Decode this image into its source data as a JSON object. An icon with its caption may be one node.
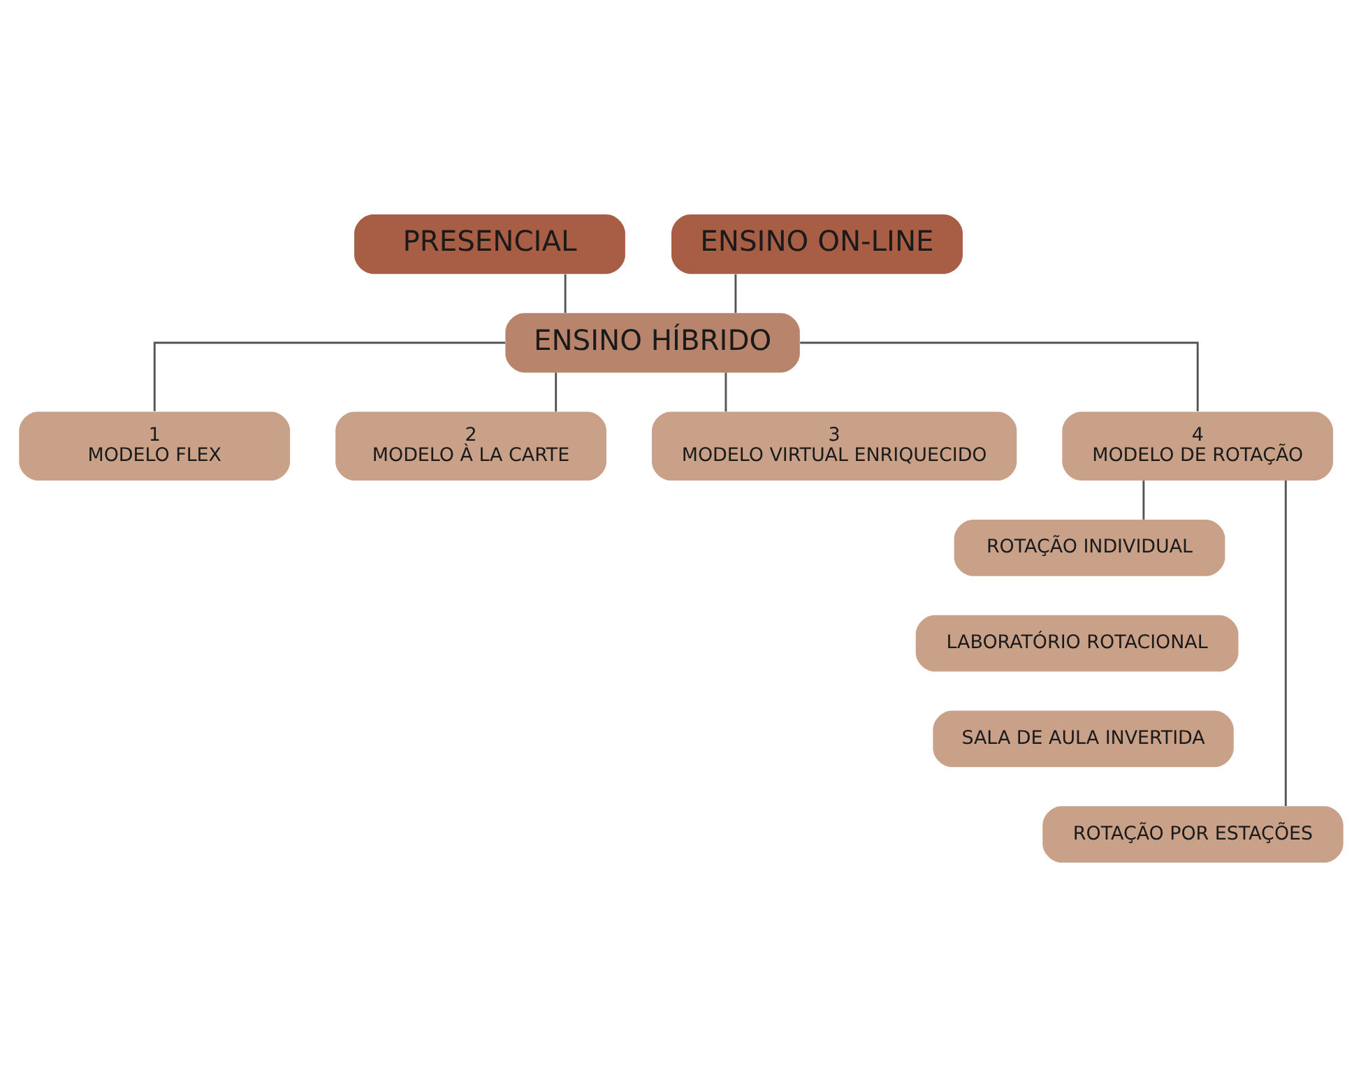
{
  "diagram": {
    "nodes": [
      {
        "text": [
          "PRESENCIAL"
        ]
      },
      {
        "text": [
          "ENSINO ON-LINE"
        ]
      },
      {
        "text": [
          "ENSINO HÍBRIDO"
        ]
      },
      {
        "text": [
          "1",
          "MODELO FLEX"
        ]
      },
      {
        "text": [
          "2",
          "MODELO À LA CARTE"
        ]
      },
      {
        "text": [
          "3",
          "MODELO VIRTUAL ENRIQUECIDO"
        ]
      },
      {
        "text": [
          "4",
          "MODELO DE ROTAÇÃO"
        ]
      },
      {
        "text": [
          "ROTAÇÃO INDIVIDUAL"
        ]
      },
      {
        "text": [
          "LABORATÓRIO ROTACIONAL"
        ]
      },
      {
        "text": [
          "SALA DE AULA INVERTIDA"
        ]
      },
      {
        "text": [
          "ROTAÇÃO POR ESTAÇÕES"
        ]
      }
    ],
    "edges": [
      {
        "from": 0,
        "to": 2,
        "arrow": "none"
      },
      {
        "from": 1,
        "to": 2,
        "arrow": "none"
      },
      {
        "from": 2,
        "to": 3,
        "arrow": "none"
      },
      {
        "from": 2,
        "to": 4,
        "arrow": "none"
      },
      {
        "from": 2,
        "to": 5,
        "arrow": "none"
      },
      {
        "from": 2,
        "to": 6,
        "arrow": "none"
      },
      {
        "from": 6,
        "to": 7,
        "arrow": "none"
      },
      {
        "from": 6,
        "to": 10,
        "arrow": "none"
      }
    ]
  }
}
